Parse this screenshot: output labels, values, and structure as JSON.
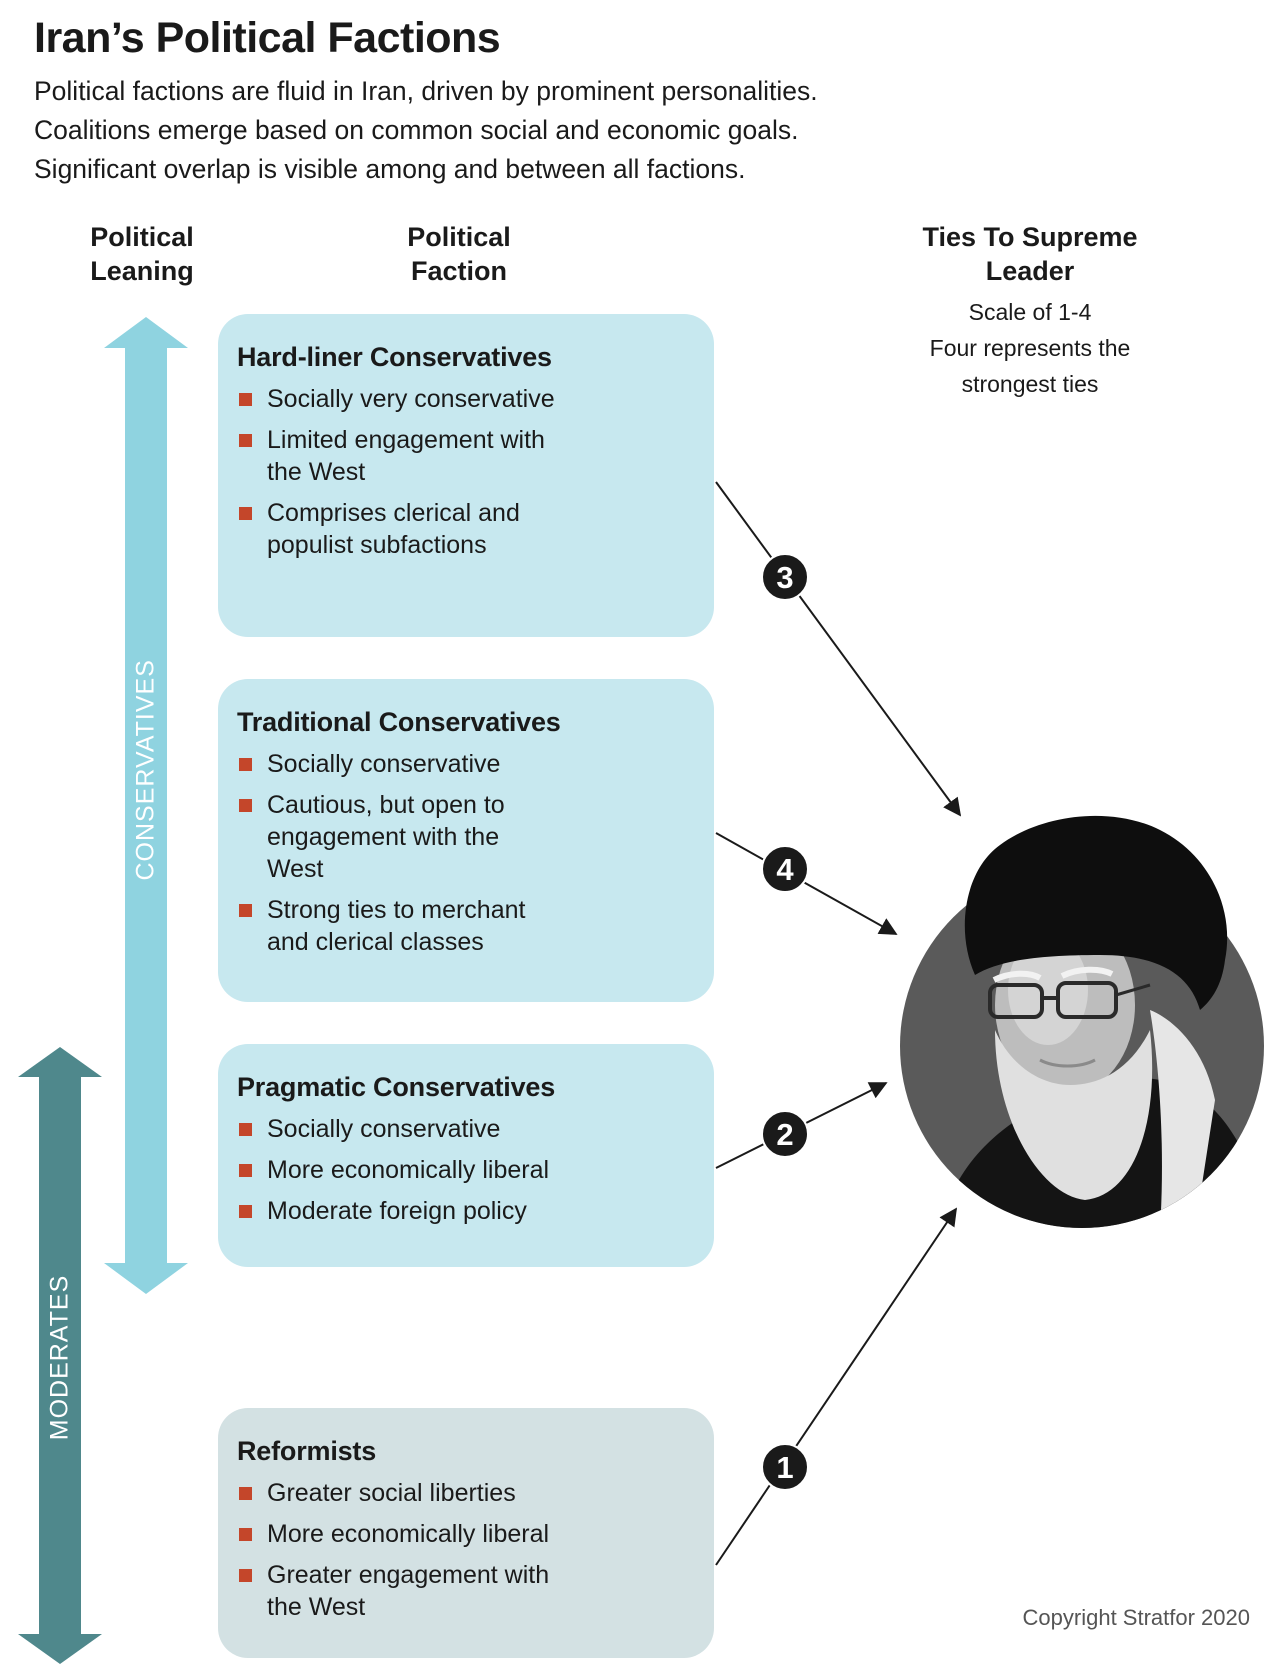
{
  "header": {
    "title": "Iran’s Political Factions",
    "subtitle_lines": [
      "Political factions are fluid in Iran, driven by prominent personalities.",
      "Coalitions emerge based on common social  and economic goals.",
      "Significant overlap is visible among and between all factions."
    ]
  },
  "columns": {
    "leaning": [
      "Political",
      "Leaning"
    ],
    "faction": [
      "Political",
      "Faction"
    ],
    "ties": [
      "Ties To Supreme",
      "Leader"
    ],
    "ties_note": [
      "Scale of 1-4",
      "Four represents the",
      "strongest ties"
    ]
  },
  "leaning": {
    "conservatives": "CONSERVATIVES",
    "moderates": "MODERATES",
    "colors": {
      "conservatives": "#8fd3e0",
      "moderates": "#4f888c"
    }
  },
  "factions": [
    {
      "title": "Hard-liner Conservatives",
      "bullets": [
        "Socially very conservative",
        "Limited engagement with\nthe West",
        "Comprises clerical and\npopulist subfactions"
      ],
      "ties": "3"
    },
    {
      "title": "Traditional Conservatives",
      "bullets": [
        "Socially conservative",
        "Cautious, but open to\nengagement with the\nWest",
        "Strong ties to merchant\nand clerical classes"
      ],
      "ties": "4"
    },
    {
      "title": "Pragmatic Conservatives",
      "bullets": [
        "Socially conservative",
        "More economically liberal",
        "Moderate foreign policy"
      ],
      "ties": "2"
    },
    {
      "title": "Reformists",
      "bullets": [
        "Greater social liberties",
        "More economically liberal",
        "Greater engagement with\nthe West"
      ],
      "ties": "1"
    }
  ],
  "colors": {
    "conservative_card": "#c7e8ef",
    "reformist_card": "#d3e1e3",
    "bullet": "#c4462a"
  },
  "portrait": {
    "icon": "supreme-leader-portrait-icon"
  },
  "footer": {
    "copyright": "Copyright Stratfor 2020"
  }
}
